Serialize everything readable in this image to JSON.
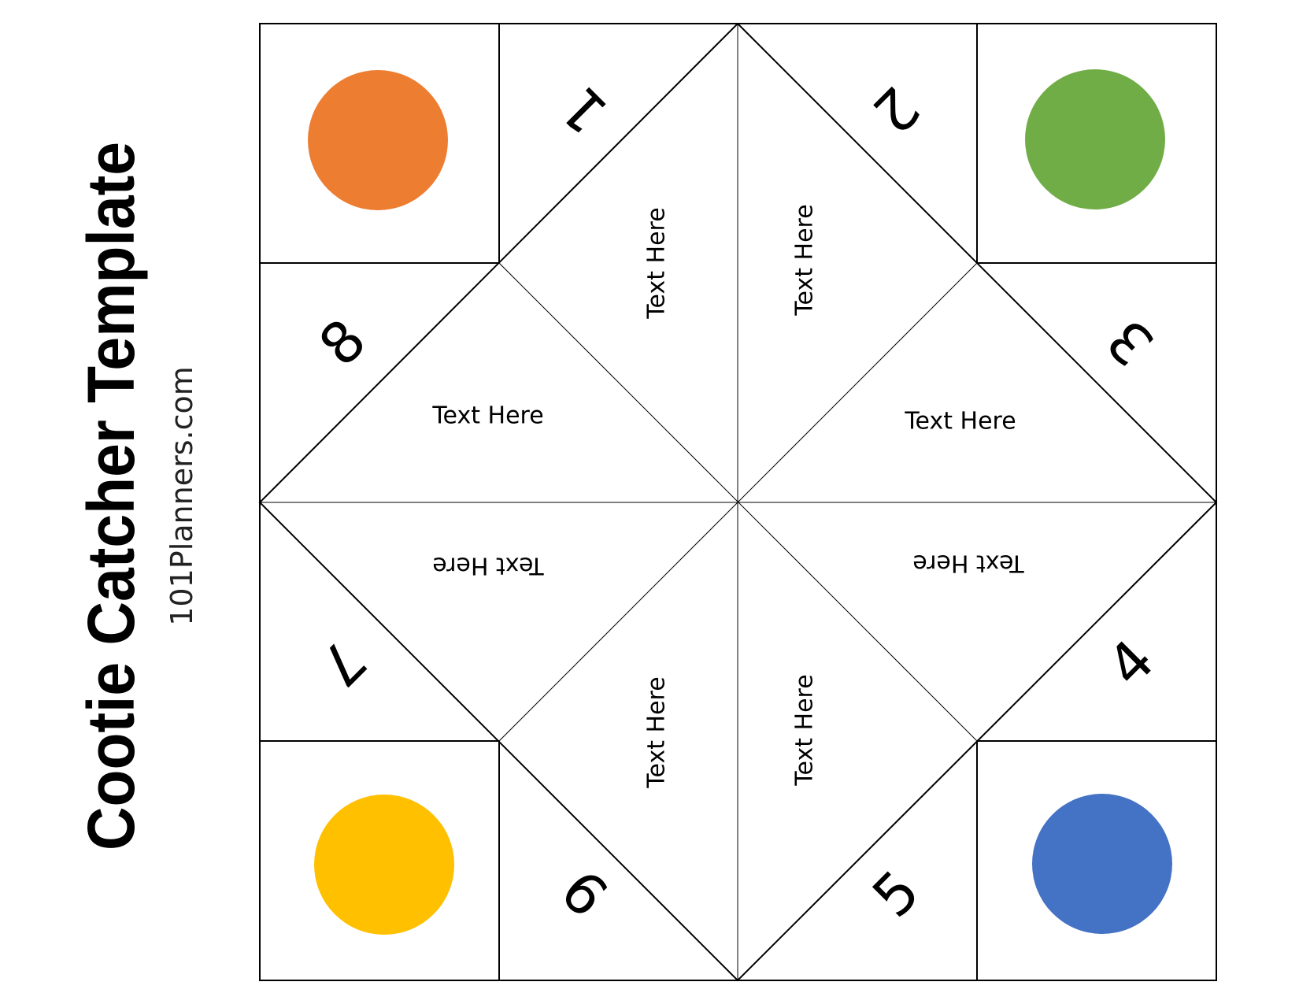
{
  "header": {
    "title": "Cootie Catcher Template",
    "site": "101Planners.com"
  },
  "corners": [
    {
      "name": "top-left",
      "color": "#ED7D31"
    },
    {
      "name": "top-right",
      "color": "#70AD47"
    },
    {
      "name": "bottom-left",
      "color": "#FFC000"
    },
    {
      "name": "bottom-right",
      "color": "#4472C4"
    }
  ],
  "numbers": [
    "1",
    "2",
    "3",
    "4",
    "5",
    "6",
    "7",
    "8"
  ],
  "inner_labels": [
    "Text Here",
    "Text Here",
    "Text Here",
    "Text Here",
    "Text Here",
    "Text Here",
    "Text Here",
    "Text Here"
  ]
}
